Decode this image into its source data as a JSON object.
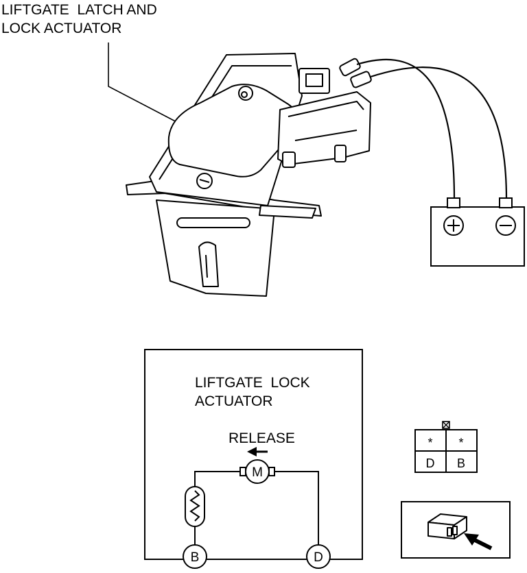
{
  "figure": {
    "title_line1": "LIFTGATE  LATCH AND",
    "title_line2": "LOCK ACTUATOR"
  },
  "battery": {
    "positive_symbol": "+",
    "negative_symbol": "−"
  },
  "circuit": {
    "title_line1": "LIFTGATE  LOCK",
    "title_line2": "ACTUATOR",
    "direction_label": "RELEASE",
    "motor_label": "M",
    "terminal_left": "B",
    "terminal_right": "D"
  },
  "connector": {
    "top_left": "*",
    "top_right": "*",
    "bottom_left": "D",
    "bottom_right": "B"
  }
}
